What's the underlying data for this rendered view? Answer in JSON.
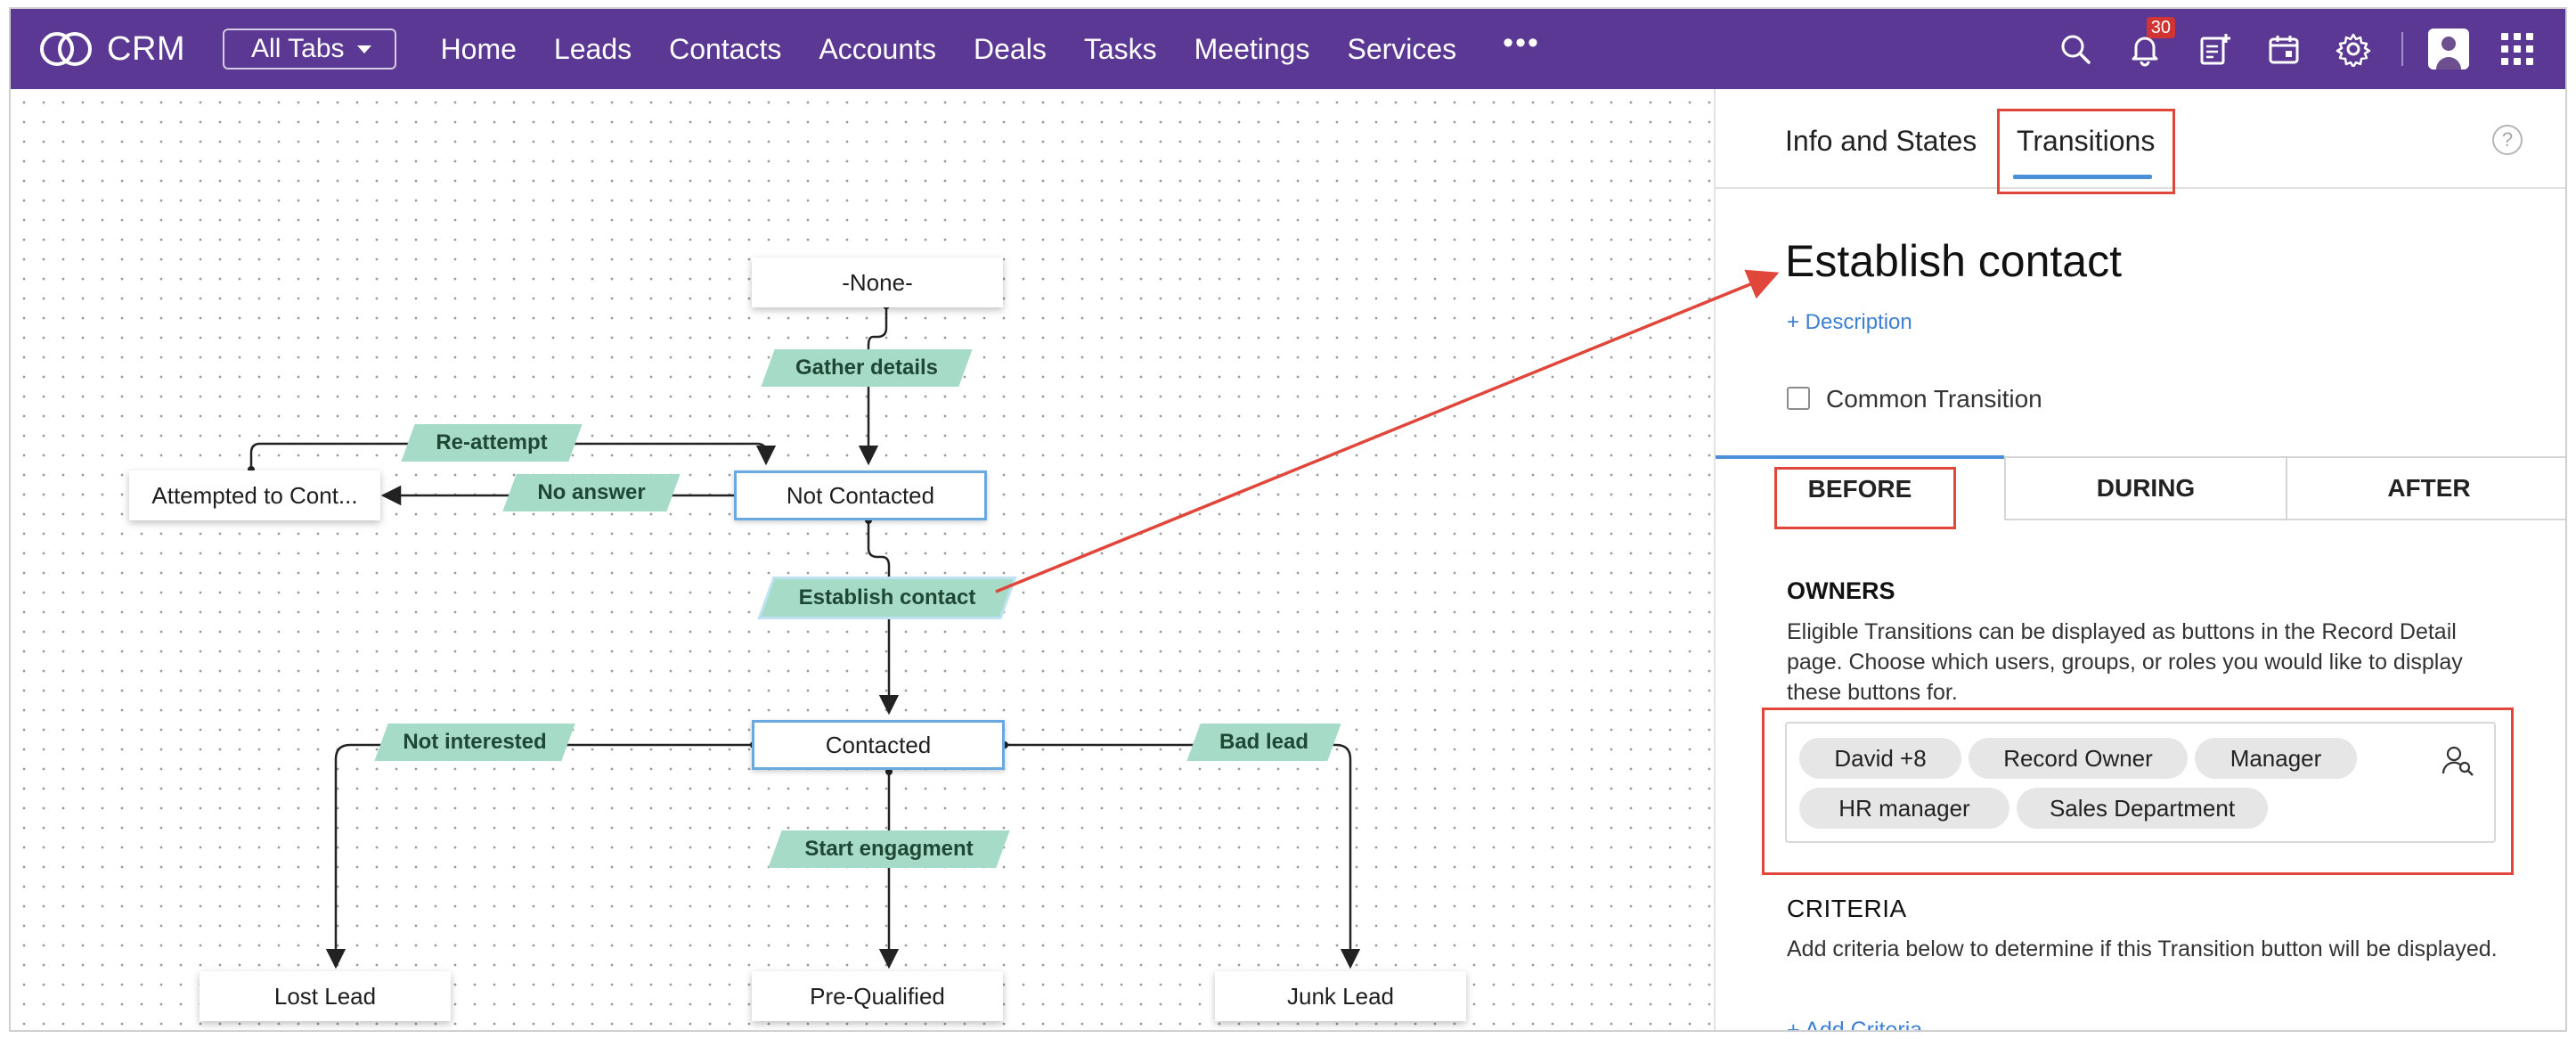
{
  "topbar": {
    "app_name": "CRM",
    "all_tabs_label": "All Tabs",
    "nav": [
      "Home",
      "Leads",
      "Contacts",
      "Accounts",
      "Deals",
      "Tasks",
      "Meetings",
      "Services"
    ],
    "more_label": "•••",
    "notification_count": "30",
    "icons": [
      "search-icon",
      "bell-icon",
      "add-note-icon",
      "calendar-icon",
      "settings-icon",
      "avatar",
      "apps-grid-icon"
    ]
  },
  "flow": {
    "states": {
      "none": "-None-",
      "attempted": "Attempted to Cont...",
      "not_contacted": "Not Contacted",
      "contacted": "Contacted",
      "lost_lead": "Lost Lead",
      "pre_qualified": "Pre-Qualified",
      "junk_lead": "Junk Lead"
    },
    "transitions": {
      "gather_details": "Gather details",
      "re_attempt": "Re-attempt",
      "no_answer": "No answer",
      "establish_contact": "Establish contact",
      "not_interested": "Not interested",
      "bad_lead": "Bad lead",
      "start_engagement": "Start engagment"
    },
    "colors": {
      "transition_fill": "#a6dcc7",
      "selected_border": "#6aa8e2",
      "annotation_red": "#e0473a"
    }
  },
  "panel": {
    "tabs": [
      "Info and States",
      "Transitions"
    ],
    "active_tab": "Transitions",
    "help": "?",
    "title": "Establish contact",
    "add_description": "+ Description",
    "common_transition_label": "Common Transition",
    "common_transition_checked": false,
    "stage_tabs": [
      "BEFORE",
      "DURING",
      "AFTER"
    ],
    "active_stage": "BEFORE",
    "owners": {
      "title": "OWNERS",
      "description": "Eligible Transitions can be displayed as buttons in the Record Detail page. Choose which users, groups, or roles you would like to display these buttons for.",
      "chips": [
        "David +8",
        "Record Owner",
        "Manager",
        "HR manager",
        "Sales Department"
      ]
    },
    "criteria": {
      "title": "CRITERIA",
      "description": "Add criteria below to determine if this Transition button will be displayed.",
      "add_label": "+ Add Criteria"
    }
  }
}
